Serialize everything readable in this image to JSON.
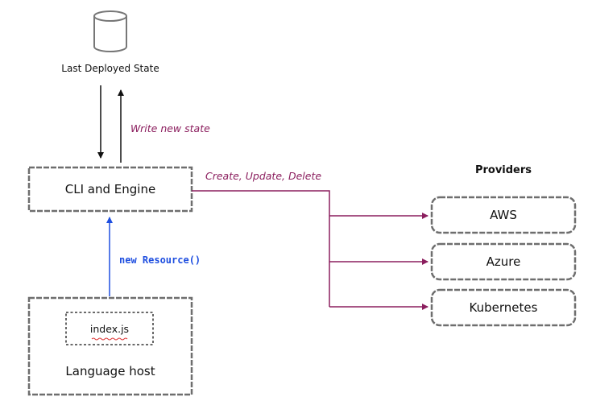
{
  "state": {
    "label": "Last Deployed State"
  },
  "engine": {
    "label": "CLI and Engine"
  },
  "host": {
    "label": "Language host",
    "file": "index.js"
  },
  "providers": {
    "heading": "Providers",
    "items": [
      "AWS",
      "Azure",
      "Kubernetes"
    ]
  },
  "edges": {
    "write_state": "Write new state",
    "crud": "Create, Update, Delete",
    "new_resource": "new Resource()"
  },
  "colors": {
    "accent": "#8b1e5e",
    "code_blue": "#1f4fe0",
    "box_border": "#6e6e6e",
    "text": "#111111"
  }
}
